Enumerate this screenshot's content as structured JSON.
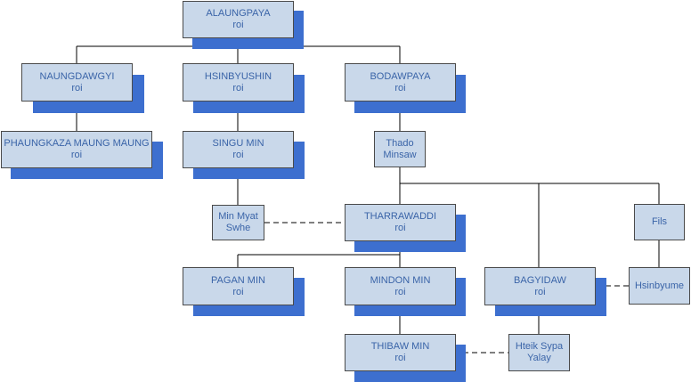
{
  "nodes": {
    "alaungpaya": {
      "name": "ALAUNGPAYA",
      "title": "roi"
    },
    "naungdawgyi": {
      "name": "NAUNGDAWGYI",
      "title": "roi"
    },
    "hsinbyushin": {
      "name": "HSINBYUSHIN",
      "title": "roi"
    },
    "bodawpaya": {
      "name": "BODAWPAYA",
      "title": "roi"
    },
    "phaungkaza": {
      "name": "PHAUNGKAZA MAUNG MAUNG",
      "title": "roi"
    },
    "singu_min": {
      "name": "SINGU MIN",
      "title": "roi"
    },
    "thado_minsaw": {
      "line1": "Thado",
      "line2": "Minsaw"
    },
    "min_myat_swhe": {
      "line1": "Min Myat",
      "line2": "Swhe"
    },
    "tharrawaddi": {
      "name": "THARRAWADDI",
      "title": "roi"
    },
    "fils": {
      "name": "Fils"
    },
    "pagan_min": {
      "name": "PAGAN MIN",
      "title": "roi"
    },
    "mindon_min": {
      "name": "MINDON MIN",
      "title": "roi"
    },
    "bagyidaw": {
      "name": "BAGYIDAW",
      "title": "roi"
    },
    "hsinbyume": {
      "name": "Hsinbyume"
    },
    "thibaw_min": {
      "name": "THIBAW MIN",
      "title": "roi"
    },
    "hteik_sypa": {
      "line1": "Hteik Sypa",
      "line2": "Yalay"
    }
  },
  "colors": {
    "box_fill": "#c9d8ea",
    "box_text": "#3a64a8",
    "shadow": "#3d6fcf",
    "connector": "#000000"
  }
}
